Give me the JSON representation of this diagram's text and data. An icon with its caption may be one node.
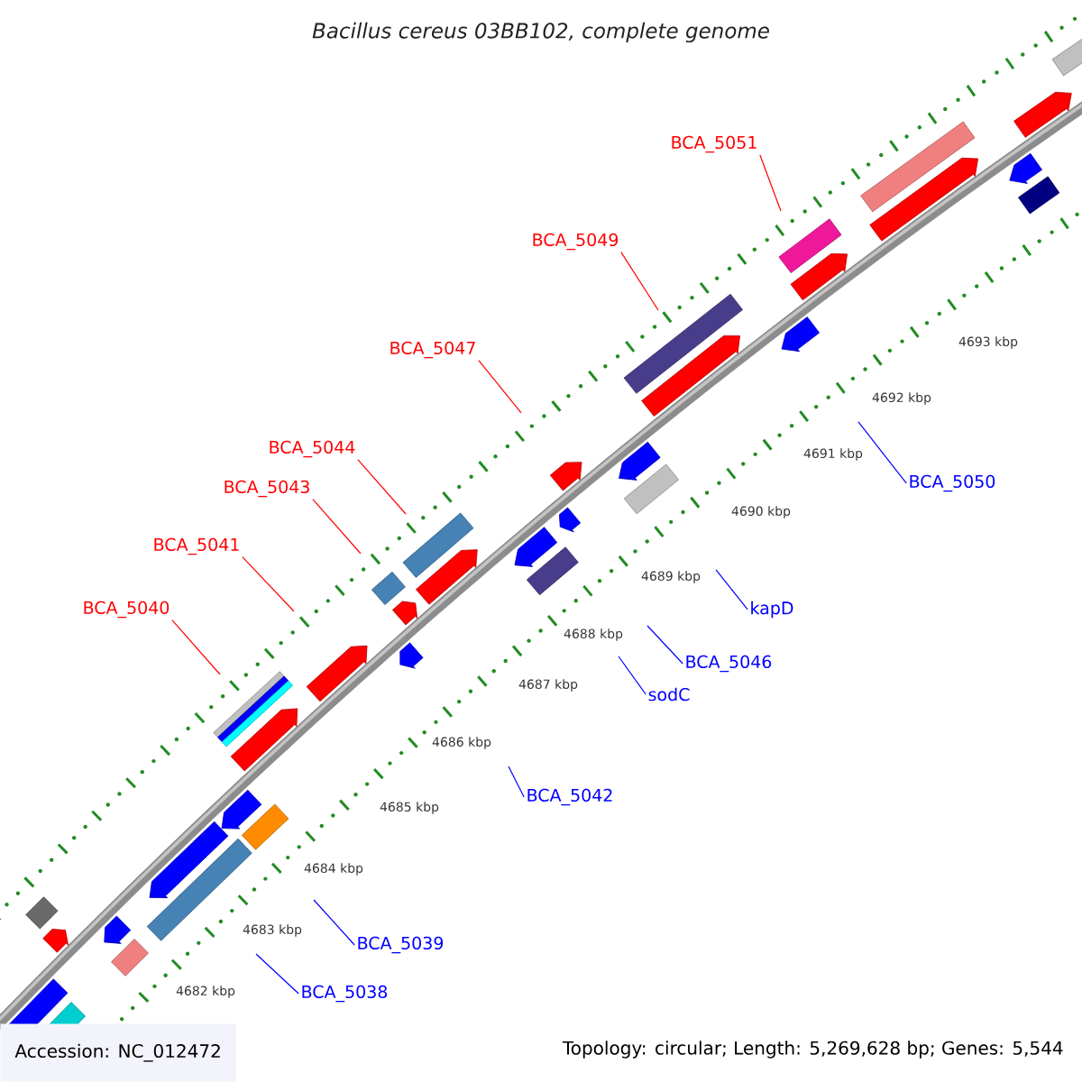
{
  "diagram": {
    "title": "Bacillus cereus 03BB102, complete genome",
    "nodes": [
      {
        "text": [
          "BCA_5051"
        ]
      },
      {
        "text": [
          "BCA_5049"
        ]
      },
      {
        "text": [
          "BCA_5047"
        ]
      },
      {
        "text": [
          "BCA_5044"
        ]
      },
      {
        "text": [
          "BCA_5050"
        ]
      },
      {
        "text": [
          "BCA_5043"
        ]
      },
      {
        "text": [
          "BCA_5041"
        ]
      },
      {
        "text": [
          "BCA_5040"
        ]
      },
      {
        "text": [
          "kapD"
        ]
      },
      {
        "text": [
          "BCA_5046"
        ]
      },
      {
        "text": [
          "sodC"
        ]
      },
      {
        "text": [
          "BCA_5042"
        ]
      },
      {
        "text": [
          "BCA_5039"
        ]
      },
      {
        "text": [
          "BCA_5038"
        ]
      }
    ],
    "edges": [
      {
        "from": 0,
        "to": null,
        "arrow": "none",
        "color": "#ff0000"
      },
      {
        "from": 1,
        "to": null,
        "arrow": "none",
        "color": "#ff0000"
      },
      {
        "from": 2,
        "to": null,
        "arrow": "none",
        "color": "#ff0000"
      },
      {
        "from": 3,
        "to": null,
        "arrow": "none",
        "color": "#ff0000"
      },
      {
        "from": 4,
        "to": null,
        "arrow": "none",
        "color": "#0000ff"
      },
      {
        "from": 5,
        "to": null,
        "arrow": "none",
        "color": "#ff0000"
      },
      {
        "from": 6,
        "to": null,
        "arrow": "none",
        "color": "#ff0000"
      },
      {
        "from": 7,
        "to": null,
        "arrow": "none",
        "color": "#ff0000"
      },
      {
        "from": 8,
        "to": null,
        "arrow": "none",
        "color": "#0000ff"
      },
      {
        "from": 9,
        "to": null,
        "arrow": "none",
        "color": "#0000ff"
      },
      {
        "from": 10,
        "to": null,
        "arrow": "none",
        "color": "#0000ff"
      },
      {
        "from": 11,
        "to": null,
        "arrow": "none",
        "color": "#0000ff"
      },
      {
        "from": 12,
        "to": null,
        "arrow": "none",
        "color": "#0000ff"
      },
      {
        "from": 13,
        "to": null,
        "arrow": "none",
        "color": "#0000ff"
      }
    ],
    "labels": [
      "4693 kbp",
      "4692 kbp",
      "4691 kbp",
      "4690 kbp",
      "4689 kbp",
      "4688 kbp",
      "4687 kbp",
      "4686 kbp",
      "4685 kbp",
      "4684 kbp",
      "4683 kbp",
      "4682 kbp",
      "Accession: NC_012472",
      "Topology: circular; Length: 5,269,628 bp; Genes: 5,544"
    ]
  }
}
